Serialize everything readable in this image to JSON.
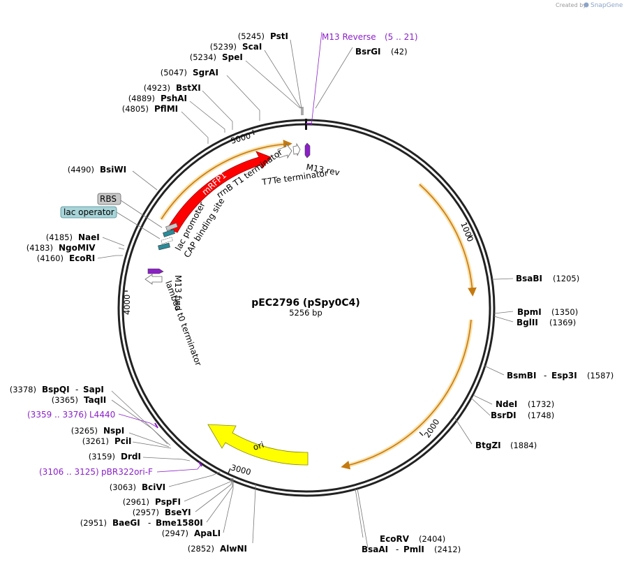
{
  "watermark": {
    "prefix": "Created by",
    "brand": "SnapGene"
  },
  "plasmid": {
    "name": "pEC2796 (pSpy0C4)",
    "size": "5256 bp"
  },
  "ticks": [
    "1000",
    "2000",
    "3000",
    "4000",
    "5000"
  ],
  "features": {
    "mrfp1": "mRFP1",
    "ori": "ori",
    "rrnb": "rrnB T1 terminator",
    "m13rev": "M13 rev",
    "t7te": "T7Te terminator",
    "lac_promoter": "lac promoter",
    "cap": "CAP binding site",
    "m13fwd": "M13 fwd",
    "lambda": "lambda t0 terminator",
    "rbs": "RBS",
    "lacop": "lac operator"
  },
  "enzymes": [
    {
      "name": "PstI",
      "pos": "(5245)"
    },
    {
      "name": "ScaI",
      "pos": "(5239)"
    },
    {
      "name": "SpeI",
      "pos": "(5234)"
    },
    {
      "name": "SgrAI",
      "pos": "(5047)"
    },
    {
      "name": "BstXI",
      "pos": "(4923)"
    },
    {
      "name": "PshAI",
      "pos": "(4889)"
    },
    {
      "name": "PflMI",
      "pos": "(4805)"
    },
    {
      "name": "BsiWI",
      "pos": "(4490)"
    },
    {
      "name": "NaeI",
      "pos": "(4185)"
    },
    {
      "name": "NgoMIV",
      "pos": "(4183)"
    },
    {
      "name": "EcoRI",
      "pos": "(4160)"
    },
    {
      "name": "BspQI",
      "alt": "SapI",
      "pos": "(3378)"
    },
    {
      "name": "TaqII",
      "pos": "(3365)"
    },
    {
      "name": "NspI",
      "pos": "(3265)"
    },
    {
      "name": "PciI",
      "pos": "(3261)"
    },
    {
      "name": "DrdI",
      "pos": "(3159)"
    },
    {
      "name": "BciVI",
      "pos": "(3063)"
    },
    {
      "name": "PspFI",
      "pos": "(2961)"
    },
    {
      "name": "BseYI",
      "pos": "(2957)"
    },
    {
      "name": "BaeGI",
      "alt": "Bme1580I",
      "pos": "(2951)"
    },
    {
      "name": "ApaLI",
      "pos": "(2947)"
    },
    {
      "name": "AlwNI",
      "pos": "(2852)"
    },
    {
      "name": "BsrGI",
      "pos": "(42)"
    },
    {
      "name": "BsaBI",
      "pos": "(1205)"
    },
    {
      "name": "BpmI",
      "pos": "(1350)"
    },
    {
      "name": "BglII",
      "pos": "(1369)"
    },
    {
      "name": "BsmBI",
      "alt": "Esp3I",
      "pos": "(1587)"
    },
    {
      "name": "NdeI",
      "pos": "(1732)"
    },
    {
      "name": "BsrDI",
      "pos": "(1748)"
    },
    {
      "name": "BtgZI",
      "pos": "(1884)"
    },
    {
      "name": "EcoRV",
      "pos": "(2404)"
    },
    {
      "name": "BsaAI",
      "alt": "PmlI",
      "pos": "(2412)"
    }
  ],
  "primers": [
    {
      "name": "M13 Reverse",
      "range": "(5 .. 21)"
    },
    {
      "name": "L4440",
      "range": "(3359 .. 3376)"
    },
    {
      "name": "pBR322ori-F",
      "range": "(3106 .. 3125)"
    }
  ],
  "colors": {
    "mrfp1": "#ff0000",
    "ori": "#ffff00",
    "primer": "#8b1fc8",
    "orf": "#e69a2a",
    "lac_operator_bg": "#a8d4d8",
    "rbs_bg": "#c8c8c8"
  }
}
